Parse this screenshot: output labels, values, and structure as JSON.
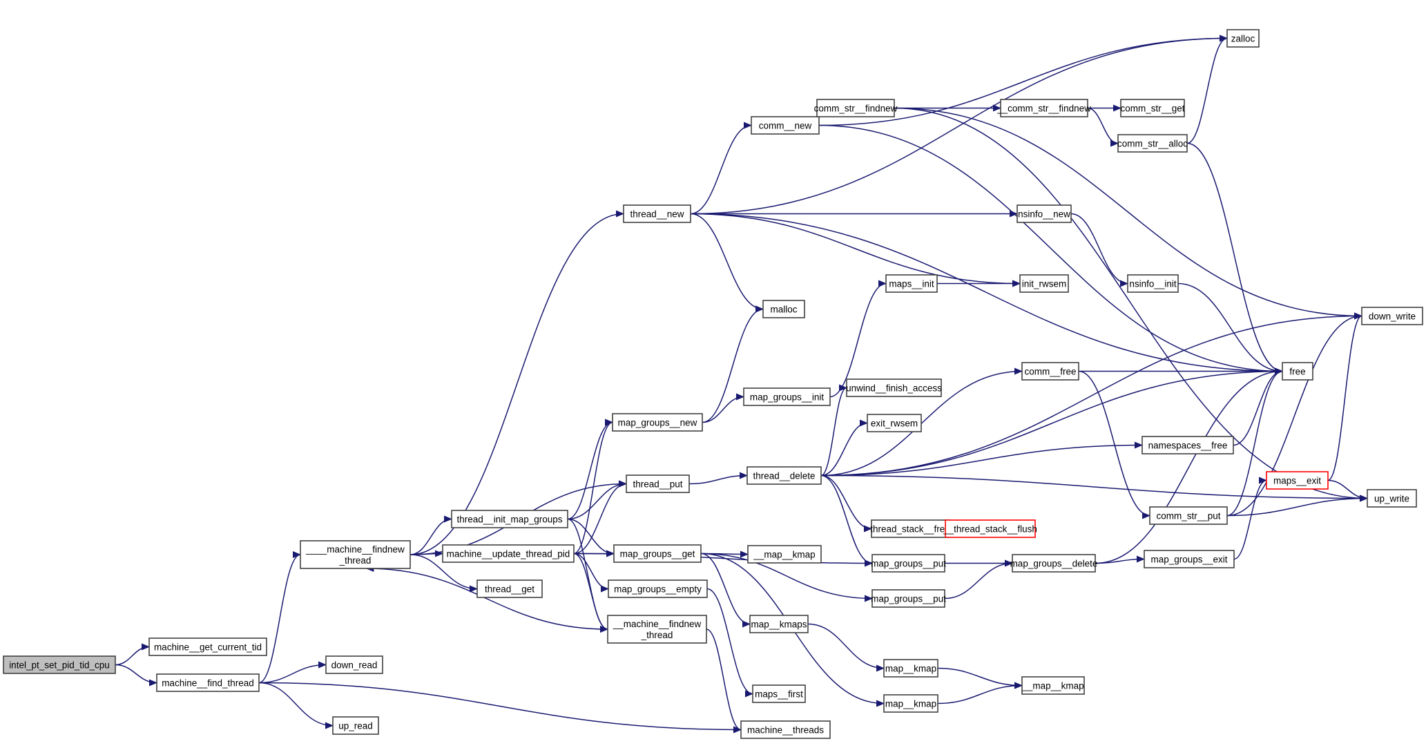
{
  "diagram": {
    "type": "call-graph",
    "colors": {
      "edge": "#191970",
      "node_border": "#404040",
      "node_fill": "#ffffff",
      "root_fill": "#bfbfbf",
      "truncated_border": "#ff0000"
    },
    "nodes": [
      {
        "id": "intel_pt_set_pid_tid_cpu",
        "label": "intel_pt_set_pid_tid_cpu",
        "root": true
      },
      {
        "id": "machine__get_current_tid",
        "label": "machine__get_current_tid"
      },
      {
        "id": "machine__find_thread",
        "label": "machine__find_thread"
      },
      {
        "id": "____machine__findnew_thread",
        "label": "____machine__findnew\n_thread"
      },
      {
        "id": "down_read",
        "label": "down_read"
      },
      {
        "id": "up_read",
        "label": "up_read"
      },
      {
        "id": "machine__threads",
        "label": "machine__threads"
      },
      {
        "id": "thread__new",
        "label": "thread__new"
      },
      {
        "id": "thread__init_map_groups",
        "label": "thread__init_map_groups"
      },
      {
        "id": "machine__update_thread_pid",
        "label": "machine__update_thread_pid"
      },
      {
        "id": "thread__get",
        "label": "thread__get"
      },
      {
        "id": "__machine__findnew_thread",
        "label": "__machine__findnew\n_thread"
      },
      {
        "id": "comm__new",
        "label": "comm__new"
      },
      {
        "id": "malloc",
        "label": "malloc"
      },
      {
        "id": "map_groups__new",
        "label": "map_groups__new"
      },
      {
        "id": "thread__put",
        "label": "thread__put"
      },
      {
        "id": "map_groups__get",
        "label": "map_groups__get"
      },
      {
        "id": "map_groups__empty",
        "label": "map_groups__empty"
      },
      {
        "id": "comm_str__findnew",
        "label": "comm_str__findnew"
      },
      {
        "id": "map_groups__init",
        "label": "map_groups__init"
      },
      {
        "id": "maps__init",
        "label": "maps__init"
      },
      {
        "id": "thread__delete",
        "label": "thread__delete"
      },
      {
        "id": "__map__kmap_a",
        "label": "__map__kmap"
      },
      {
        "id": "map__kmaps",
        "label": "map__kmaps"
      },
      {
        "id": "maps__first",
        "label": "maps__first"
      },
      {
        "id": "unwind__finish_access",
        "label": "unwind__finish_access"
      },
      {
        "id": "exit_rwsem",
        "label": "exit_rwsem"
      },
      {
        "id": "thread_stack__free",
        "label": "thread_stack__free"
      },
      {
        "id": "map_groups__put_a",
        "label": "map_groups__put"
      },
      {
        "id": "map_groups__put_b",
        "label": "map_groups__put"
      },
      {
        "id": "map__kmap_a",
        "label": "map__kmap"
      },
      {
        "id": "map__kmap_b",
        "label": "map__kmap"
      },
      {
        "id": "__comm_str__findnew",
        "label": "__comm_str__findnew"
      },
      {
        "id": "nsinfo__new",
        "label": "nsinfo__new"
      },
      {
        "id": "init_rwsem",
        "label": "init_rwsem"
      },
      {
        "id": "comm__free",
        "label": "comm__free"
      },
      {
        "id": "__thread_stack__flush",
        "label": "__thread_stack__flush",
        "truncated": true
      },
      {
        "id": "map_groups__delete",
        "label": "map_groups__delete"
      },
      {
        "id": "__map__kmap_b",
        "label": "__map__kmap"
      },
      {
        "id": "comm_str__get",
        "label": "comm_str__get"
      },
      {
        "id": "comm_str__alloc",
        "label": "comm_str__alloc"
      },
      {
        "id": "nsinfo__init",
        "label": "nsinfo__init"
      },
      {
        "id": "namespaces__free",
        "label": "namespaces__free"
      },
      {
        "id": "comm_str__put",
        "label": "comm_str__put"
      },
      {
        "id": "map_groups__exit",
        "label": "map_groups__exit"
      },
      {
        "id": "zalloc",
        "label": "zalloc"
      },
      {
        "id": "maps__exit",
        "label": "maps__exit",
        "truncated": true
      },
      {
        "id": "free",
        "label": "free"
      },
      {
        "id": "down_write",
        "label": "down_write"
      },
      {
        "id": "up_write",
        "label": "up_write"
      }
    ],
    "edges": [
      [
        "intel_pt_set_pid_tid_cpu",
        "machine__get_current_tid"
      ],
      [
        "intel_pt_set_pid_tid_cpu",
        "machine__find_thread"
      ],
      [
        "machine__find_thread",
        "____machine__findnew_thread"
      ],
      [
        "machine__find_thread",
        "down_read"
      ],
      [
        "machine__find_thread",
        "up_read"
      ],
      [
        "machine__find_thread",
        "machine__threads"
      ],
      [
        "____machine__findnew_thread",
        "thread__new"
      ],
      [
        "____machine__findnew_thread",
        "thread__put"
      ],
      [
        "____machine__findnew_thread",
        "thread__init_map_groups"
      ],
      [
        "____machine__findnew_thread",
        "machine__update_thread_pid"
      ],
      [
        "____machine__findnew_thread",
        "thread__get"
      ],
      [
        "__machine__findnew_thread",
        "____machine__findnew_thread"
      ],
      [
        "__machine__findnew_thread",
        "machine__threads"
      ],
      [
        "thread__new",
        "zalloc"
      ],
      [
        "thread__new",
        "comm__new"
      ],
      [
        "thread__new",
        "malloc"
      ],
      [
        "thread__new",
        "nsinfo__new"
      ],
      [
        "thread__new",
        "init_rwsem"
      ],
      [
        "thread__new",
        "free"
      ],
      [
        "thread__init_map_groups",
        "map_groups__new"
      ],
      [
        "thread__init_map_groups",
        "thread__put"
      ],
      [
        "thread__init_map_groups",
        "map_groups__get"
      ],
      [
        "thread__init_map_groups",
        "__machine__findnew_thread"
      ],
      [
        "machine__update_thread_pid",
        "map_groups__new"
      ],
      [
        "machine__update_thread_pid",
        "thread__put"
      ],
      [
        "machine__update_thread_pid",
        "map_groups__get"
      ],
      [
        "machine__update_thread_pid",
        "map_groups__empty"
      ],
      [
        "machine__update_thread_pid",
        "__machine__findnew_thread"
      ],
      [
        "machine__update_thread_pid",
        "map_groups__put_a"
      ],
      [
        "comm__new",
        "zalloc"
      ],
      [
        "comm__new",
        "comm_str__findnew"
      ],
      [
        "comm__new",
        "free"
      ],
      [
        "map_groups__new",
        "malloc"
      ],
      [
        "map_groups__new",
        "map_groups__init"
      ],
      [
        "map_groups__init",
        "maps__init"
      ],
      [
        "maps__init",
        "init_rwsem"
      ],
      [
        "thread__put",
        "thread__delete"
      ],
      [
        "map_groups__get",
        "__map__kmap_a"
      ],
      [
        "map_groups__get",
        "map__kmaps"
      ],
      [
        "map_groups__get",
        "map__kmap_b"
      ],
      [
        "map_groups__get",
        "map_groups__put_b"
      ],
      [
        "map_groups__empty",
        "maps__first"
      ],
      [
        "map__kmaps",
        "map__kmap_a"
      ],
      [
        "map__kmap_a",
        "__map__kmap_b"
      ],
      [
        "map__kmap_b",
        "__map__kmap_b"
      ],
      [
        "comm_str__findnew",
        "__comm_str__findnew"
      ],
      [
        "comm_str__findnew",
        "down_write"
      ],
      [
        "comm_str__findnew",
        "up_write"
      ],
      [
        "__comm_str__findnew",
        "comm_str__get"
      ],
      [
        "__comm_str__findnew",
        "comm_str__alloc"
      ],
      [
        "comm_str__alloc",
        "zalloc"
      ],
      [
        "comm_str__alloc",
        "free"
      ],
      [
        "nsinfo__new",
        "nsinfo__init"
      ],
      [
        "nsinfo__init",
        "free"
      ],
      [
        "thread__delete",
        "down_write"
      ],
      [
        "thread__delete",
        "comm__free"
      ],
      [
        "thread__delete",
        "unwind__finish_access"
      ],
      [
        "thread__delete",
        "exit_rwsem"
      ],
      [
        "thread__delete",
        "free"
      ],
      [
        "thread__delete",
        "namespaces__free"
      ],
      [
        "thread__delete",
        "thread_stack__free"
      ],
      [
        "thread__delete",
        "map_groups__put_a"
      ],
      [
        "thread__delete",
        "up_write"
      ],
      [
        "comm__free",
        "free"
      ],
      [
        "comm__free",
        "comm_str__put"
      ],
      [
        "namespaces__free",
        "free"
      ],
      [
        "thread_stack__free",
        "__thread_stack__flush"
      ],
      [
        "map_groups__put_a",
        "map_groups__delete"
      ],
      [
        "map_groups__put_b",
        "map_groups__delete"
      ],
      [
        "map_groups__delete",
        "free"
      ],
      [
        "map_groups__delete",
        "map_groups__exit"
      ],
      [
        "map_groups__exit",
        "maps__exit"
      ],
      [
        "maps__exit",
        "down_write"
      ],
      [
        "maps__exit",
        "up_write"
      ],
      [
        "comm_str__put",
        "free"
      ],
      [
        "comm_str__put",
        "down_write"
      ],
      [
        "comm_str__put",
        "up_write"
      ]
    ]
  }
}
